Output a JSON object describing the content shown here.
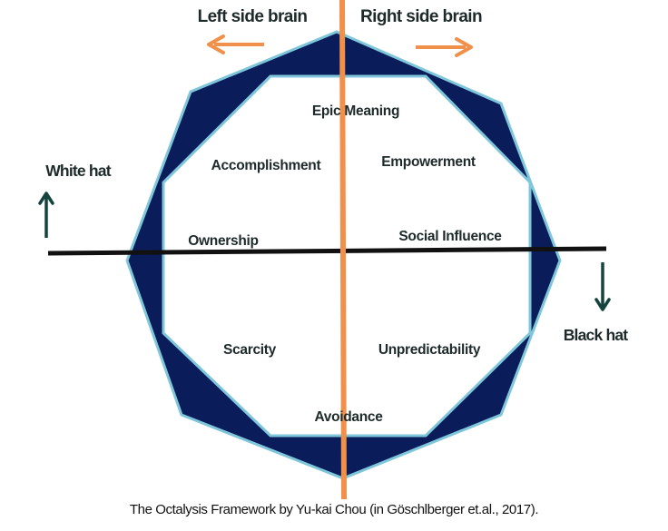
{
  "diagram": {
    "top_labels": {
      "left": "Left side brain",
      "right": "Right side brain"
    },
    "side_labels": {
      "left": "White hat",
      "right": "Black hat"
    },
    "drives": [
      "Epic Meaning",
      "Accomplishment",
      "Empowerment",
      "Ownership",
      "Social Influence",
      "Scarcity",
      "Unpredictability",
      "Avoidance"
    ],
    "colors": {
      "octagon_fill": "#0a1d5a",
      "octagon_edge": "#7fc6da",
      "vertical_axis": "#f0904a",
      "horizontal_axis": "#111111",
      "direction_arrows": "#f0904a",
      "hat_arrows": "#15443f"
    }
  },
  "caption": "The Octalysis Framework by Yu-kai Chou (in Göschlberger et.al., 2017)."
}
